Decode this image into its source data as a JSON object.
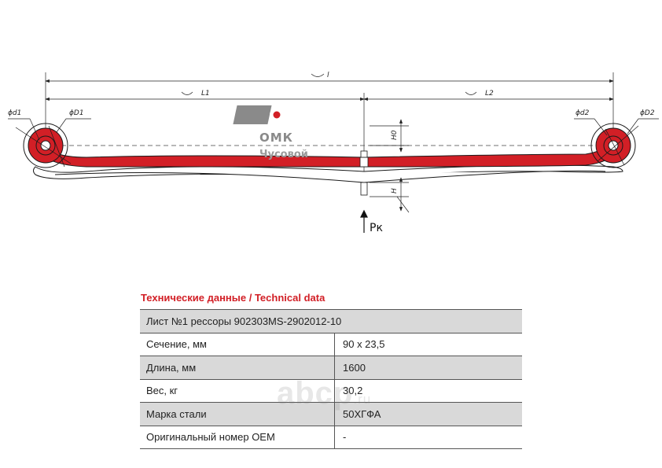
{
  "drawing": {
    "dimensions": {
      "overall_length": "l",
      "left_length": "L1",
      "right_length": "L2",
      "left_eye_inner": "ϕd1",
      "left_eye_outer": "ϕD1",
      "right_eye_inner": "ϕd2",
      "right_eye_outer": "ϕD2",
      "height_top": "H0",
      "height_bottom": "H",
      "load": "Pк"
    },
    "logo": {
      "name": "ОМК",
      "subtitle": "Чусовой"
    },
    "colors": {
      "leaf": "#d21f26",
      "outline": "#1a1a1a",
      "logo_grey": "#8a8a8a"
    }
  },
  "technical": {
    "title": "Технические данные / Technical data",
    "header": "Лист №1 рессоры 902303MS-2902012-10",
    "rows": [
      {
        "label": "Сечение, мм",
        "value": "90 х 23,5"
      },
      {
        "label": "Длина, мм",
        "value": "1600"
      },
      {
        "label": "Вес, кг",
        "value": "30,2"
      },
      {
        "label": "Марка стали",
        "value": "50ХГФА"
      },
      {
        "label": "Оригинальный номер OEM",
        "value": "-"
      }
    ]
  },
  "watermark": {
    "main": "abcp",
    "suffix": ".ru"
  }
}
